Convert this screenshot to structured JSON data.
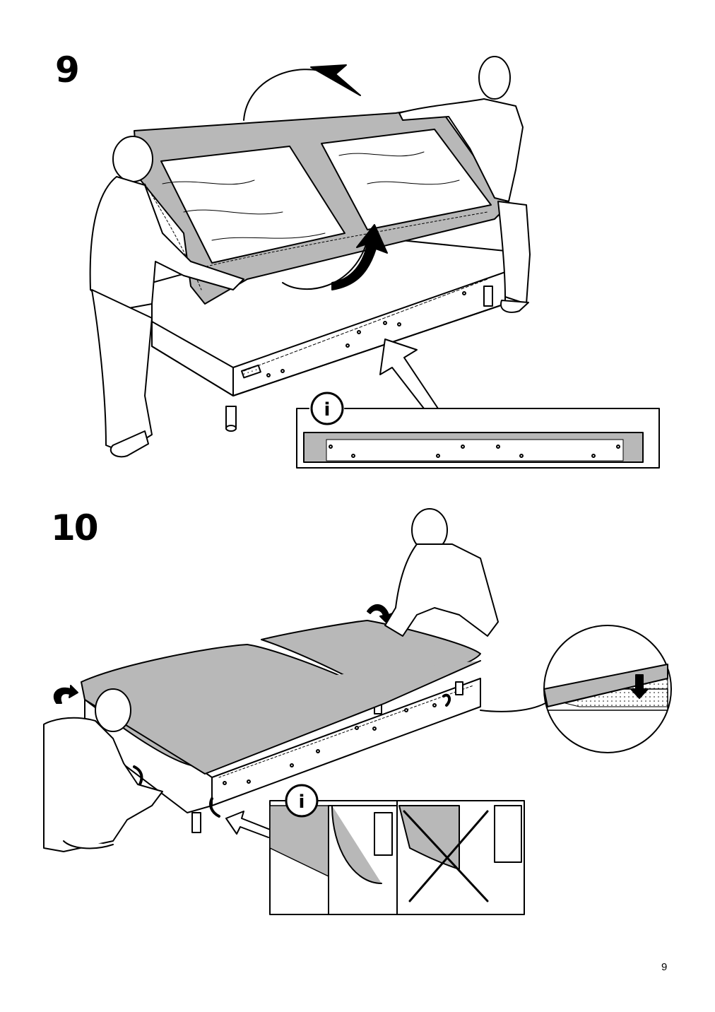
{
  "steps": [
    {
      "number": "9"
    },
    {
      "number": "10"
    }
  ],
  "info_icon_symbol": "i",
  "page_number": "9",
  "colors": {
    "cover_fill": "#b8b8b8",
    "line": "#000000",
    "background": "#ffffff"
  },
  "icons": [
    "info-icon",
    "rotate-arrow-icon",
    "pointer-arrow-icon",
    "cross-mark-icon"
  ]
}
